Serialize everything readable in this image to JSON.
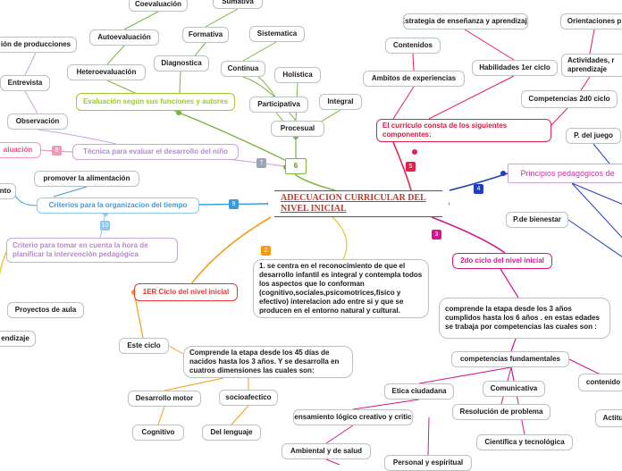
{
  "title": "ADECUACION CURRICULAR DEL NIVEL INICIAL",
  "badges": [
    "2",
    "3",
    "4",
    "5",
    "6",
    "7",
    "8",
    "9",
    "10"
  ],
  "nodes": {
    "coevaluacion": "Coevaluación",
    "sumativa": "Sumativa",
    "autoevaluacion": "Autoevaluación",
    "formativa": "Formativa",
    "sistematica": "Sistematica",
    "producciones": "ión de producciones",
    "heteroevaluacion": "Heteroevaluación",
    "diagnostica": "Diagnostica",
    "continua": "Continua",
    "holistica": "Holística",
    "entrevista": "Entrevista",
    "eval_funciones": "Evaluación según sus funciones y autores",
    "participativa": "Participativa",
    "integral": "Integral",
    "observacion": "Observación",
    "procesual": "Procesual",
    "evaluacion_left": "aluación",
    "tecnica": "Técnica para evaluar el desarrollo del niño",
    "six": "6",
    "promover": "promover la alimentación",
    "nto": "nto",
    "criterios_org": "Criterios para la organizacion del tiempo",
    "criterio_tomar": "Criterio para tomar en cuenta la hora de planificar la intervención pedagógica",
    "estrategia": "Estrategia de enseñanza y aprendizaje",
    "orientaciones": "Orientaciones p",
    "contenidos": "Contenidos",
    "actividades": "Actividades, r aprendizaje",
    "ambitos": "Ambitos de experiencias",
    "habilidades": "Habilidades 1er ciclo",
    "competencias2": "Competencias 2d0 ciclo",
    "curriculo": "El currículo  consta de los siguientes componentes:",
    "pjuego": "P. del juego",
    "principios": "Principios pedagógicos de",
    "pbienestar": "P.de bienestar",
    "ciclo2": "2do ciclo del nivel inicial",
    "description1": "1. se centra en el reconocimiento de que el desarrollo infantil es integral y contempla todos los aspectos que lo conforman (cognitivo,sociales,psicomotrices,fisico y efectivo) interelacion ado entre si y que se producen en el entorno natural y cultural.",
    "ciclo1": "1ER Ciclo del nivel inicial",
    "proyectos": "Proyectos de aula",
    "aprendizaje": "endizaje",
    "comprende2": "comprende la etapa desde los 3 años cumplidos hasta los 6 años . en estas edades se trabaja por competencias las cuales son :",
    "este_ciclo": "Este ciclo",
    "comprende1": "Comprende la etapa  desde los 45 días de nacidos hasta los 3 años. Y se desarrolla en cuatros dimensiones las cuales son:",
    "competencias_fund": "competencias fundamentales",
    "etica": "Etica ciudadana",
    "comunicativa": "Comunicativa",
    "contenidos_r": "contenido",
    "desarrollo_motor": "Desarrollo motor",
    "socioafectico": "socioafectico",
    "pensamiento": "pensamiento lógico creativo y critico",
    "resolucion": "Resolución de problema",
    "actitu": "Actitu",
    "cognitivo": "Cognitivo",
    "lenguaje": "Del lenguaje",
    "cientifica": "Científica y tecnológica",
    "ambiental": "Ambiental y de salud",
    "personal": "Personal y espiritual"
  }
}
